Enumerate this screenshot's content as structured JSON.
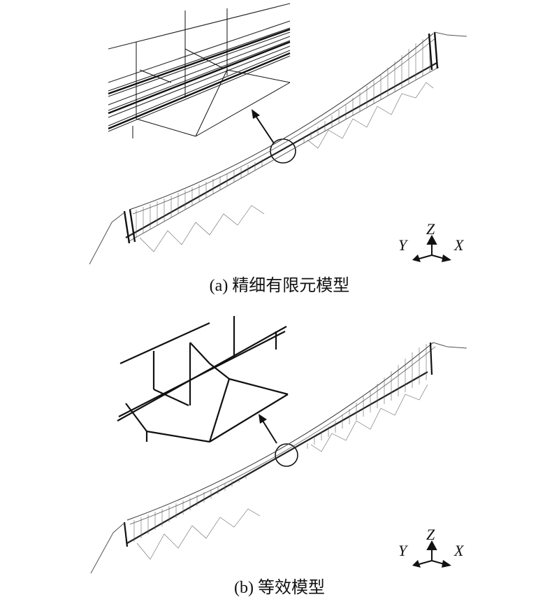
{
  "figure": {
    "panel_a": {
      "caption": "(a) 精细有限元模型",
      "axes": {
        "z": "Z",
        "y": "Y",
        "x": "X"
      }
    },
    "panel_b": {
      "caption": "(b) 等效模型",
      "axes": {
        "z": "Z",
        "y": "Y",
        "x": "X"
      }
    }
  }
}
